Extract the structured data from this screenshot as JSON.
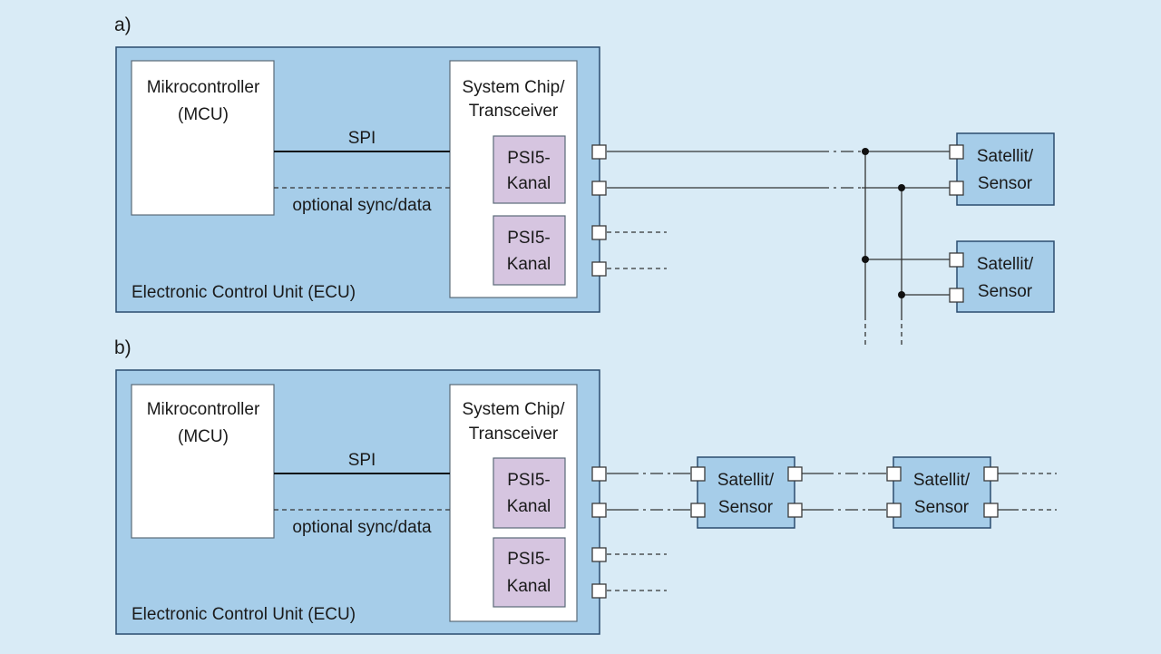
{
  "panel_a": {
    "label": "a)",
    "ecu_label": "Electronic Control Unit (ECU)",
    "mcu_line1": "Mikrocontroller",
    "mcu_line2": "(MCU)",
    "chip_line1": "System Chip/",
    "chip_line2": "Transceiver",
    "spi_label": "SPI",
    "sync_label": "optional sync/data",
    "channels": [
      {
        "line1": "PSI5-",
        "line2": "Kanal"
      },
      {
        "line1": "PSI5-",
        "line2": "Kanal"
      }
    ],
    "satellites": [
      {
        "line1": "Satellit/",
        "line2": "Sensor"
      },
      {
        "line1": "Satellit/",
        "line2": "Sensor"
      }
    ]
  },
  "panel_b": {
    "label": "b)",
    "ecu_label": "Electronic Control Unit (ECU)",
    "mcu_line1": "Mikrocontroller",
    "mcu_line2": "(MCU)",
    "chip_line1": "System Chip/",
    "chip_line2": "Transceiver",
    "spi_label": "SPI",
    "sync_label": "optional sync/data",
    "channels": [
      {
        "line1": "PSI5-",
        "line2": "Kanal"
      },
      {
        "line1": "PSI5-",
        "line2": "Kanal"
      }
    ],
    "satellites": [
      {
        "line1": "Satellit/",
        "line2": "Sensor"
      },
      {
        "line1": "Satellit/",
        "line2": "Sensor"
      }
    ]
  },
  "colors": {
    "background": "#d9ebf6",
    "ecu_fill": "#a6cde9",
    "channel_fill": "#d6c5e0"
  }
}
